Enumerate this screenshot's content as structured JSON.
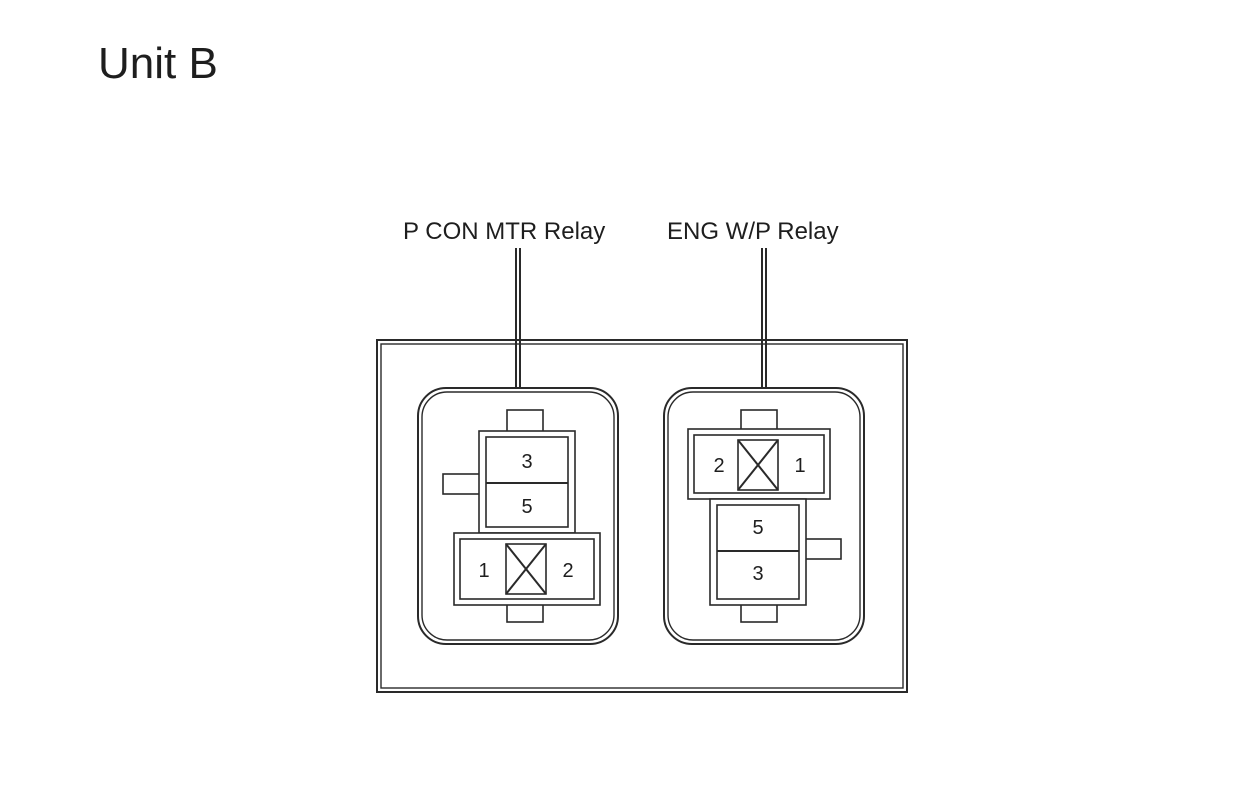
{
  "title": "Unit B",
  "relays": [
    {
      "label": "P CON MTR Relay",
      "pins": {
        "upper_top": "3",
        "upper_bottom": "5",
        "lower_left": "1",
        "lower_right": "2"
      }
    },
    {
      "label": "ENG W/P Relay",
      "pins": {
        "upper_left": "2",
        "upper_right": "1",
        "lower_top": "5",
        "lower_bottom": "3"
      }
    }
  ]
}
